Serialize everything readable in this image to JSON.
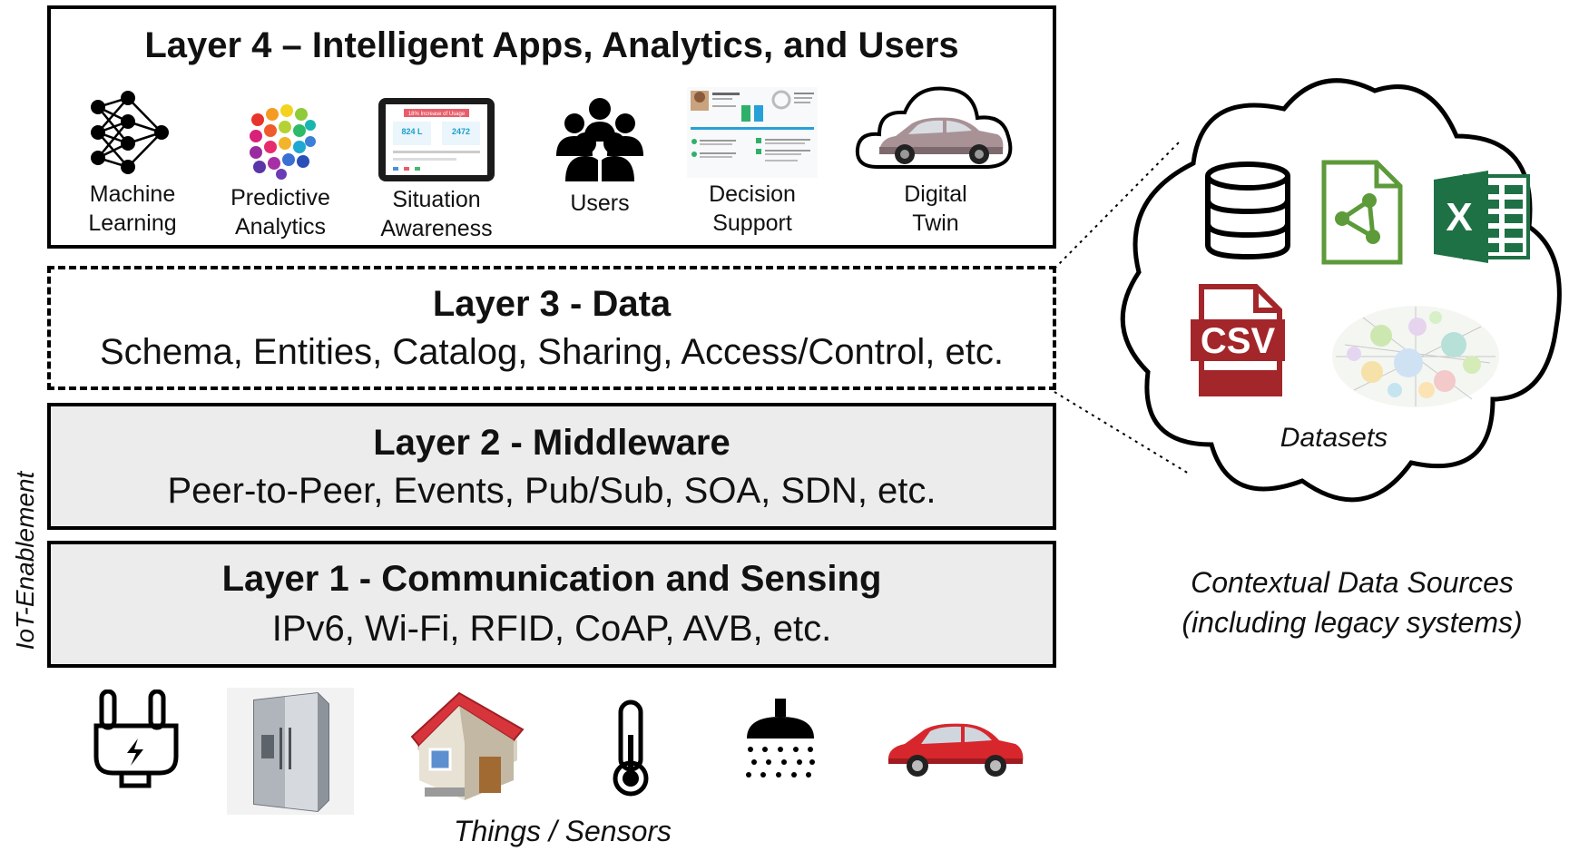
{
  "layer4": {
    "title": "Layer 4 – Intelligent Apps, Analytics, and Users",
    "apps": [
      {
        "line1": "Machine",
        "line2": "Learning",
        "icon": "neural-network-icon"
      },
      {
        "line1": "Predictive",
        "line2": "Analytics",
        "icon": "color-cube-icon"
      },
      {
        "line1": "Situation",
        "line2": "Awareness",
        "icon": "tablet-dashboard-icon"
      },
      {
        "line1": "Users",
        "line2": "",
        "icon": "users-group-icon"
      },
      {
        "line1": "Decision",
        "line2": "Support",
        "icon": "dashboard-screenshot-icon"
      },
      {
        "line1": "Digital",
        "line2": "Twin",
        "icon": "car-in-cloud-icon"
      }
    ],
    "mini_dashboard": {
      "header": "18% Increase of Usage",
      "left_value": "824 L",
      "right_value": "2472"
    }
  },
  "layer3": {
    "title": "Layer 3 - Data",
    "subtitle": "Schema, Entities, Catalog, Sharing, Access/Control, etc."
  },
  "layer2": {
    "title": "Layer 2 - Middleware",
    "subtitle": "Peer-to-Peer, Events, Pub/Sub, SOA, SDN,  etc."
  },
  "layer1": {
    "title": "Layer 1 - Communication and Sensing",
    "subtitle": "IPv6, Wi-Fi, RFID, CoAP, AVB, etc."
  },
  "side_label": "IoT-Enablement",
  "things": {
    "label": "Things / Sensors",
    "icons": [
      "power-plug-icon",
      "refrigerator-icon",
      "house-icon",
      "thermometer-icon",
      "shower-icon",
      "red-car-icon"
    ]
  },
  "datasets": {
    "label": "Datasets",
    "icons": [
      "database-icon",
      "shared-document-icon",
      "excel-icon",
      "csv-file-icon",
      "linked-data-graph-icon"
    ],
    "csv_text": "CSV",
    "excel_text": "X"
  },
  "context": {
    "line1": "Contextual Data Sources",
    "line2": "(including legacy systems)"
  },
  "colors": {
    "excel_green": "#1e7145",
    "sheet_green": "#5d9a3a",
    "csv_red": "#a3262a",
    "car_red": "#d7262c",
    "roof_red": "#d8343b"
  }
}
